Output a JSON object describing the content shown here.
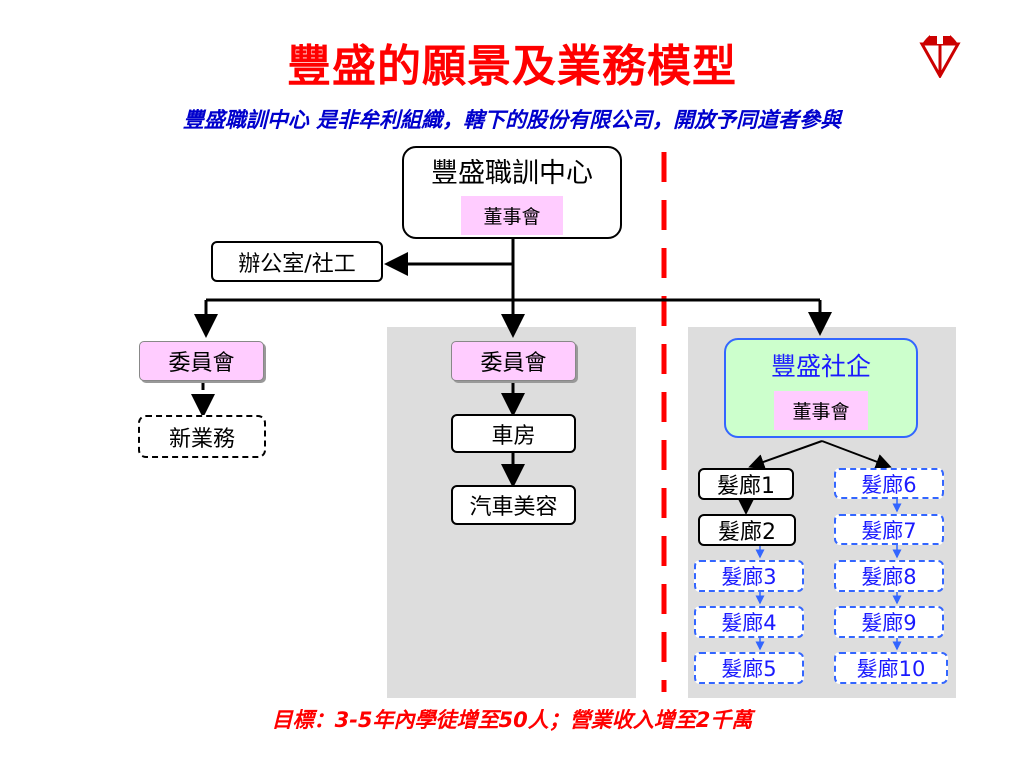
{
  "title": "豐盛的願景及業務模型",
  "subtitle": "豐盛職訓中心 是非牟利組織，轄下的股份有限公司，開放予同道者參與",
  "goal": "目標：3-5年內學徒增至50人；營業收入增至2千萬",
  "logo_icon": "church-cross-logo",
  "colors": {
    "title": "#ff0000",
    "subtitle": "#0000cc",
    "divider": "#ff0000",
    "pink": "#ffccff",
    "green": "#ccffcc",
    "blue": "#3366ff",
    "panel": "#dddddd"
  },
  "center": {
    "label": "豐盛職訓中心",
    "board": "董事會"
  },
  "office": "辦公室/社工",
  "left_branch": {
    "committee": "委員會",
    "new_business": "新業務"
  },
  "middle_branch": {
    "committee": "委員會",
    "garage": "車房",
    "car_beauty": "汽車美容"
  },
  "social_enterprise": {
    "label": "豐盛社企",
    "board": "董事會"
  },
  "salons_col1": [
    "髮廊1",
    "髮廊2",
    "髮廊3",
    "髮廊4",
    "髮廊5"
  ],
  "salons_col2": [
    "髮廊6",
    "髮廊7",
    "髮廊8",
    "髮廊9",
    "髮廊10"
  ]
}
